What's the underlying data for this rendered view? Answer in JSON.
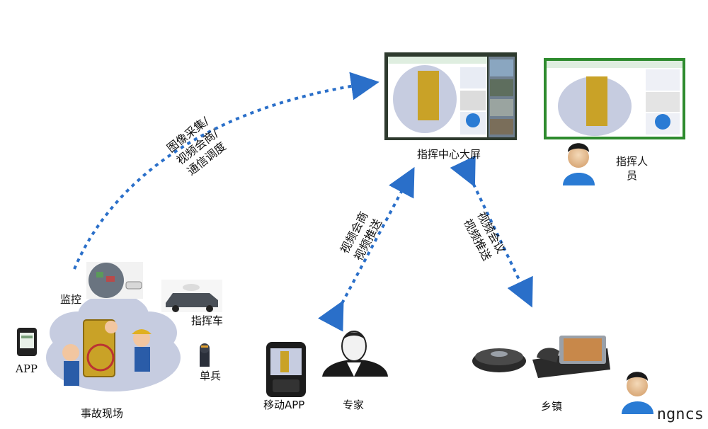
{
  "labels": {
    "command_center_screen": "指挥中心大屏",
    "commander": "指挥人员",
    "accident_scene": "事故现场",
    "monitoring": "监控",
    "command_vehicle": "指挥车",
    "app": "APP",
    "soldier": "单兵",
    "mobile_app": "移动APP",
    "expert": "专家",
    "township": "乡镇"
  },
  "commander_lines": [
    "指挥人",
    "员"
  ],
  "arrows": {
    "scene_to_center": [
      "图像采集/",
      "视频会商/",
      "通信调度"
    ],
    "center_to_expert": [
      "视频会商",
      "视频推送"
    ],
    "center_to_township": [
      "视频会议",
      "视频推送"
    ]
  },
  "watermark": "ngncs",
  "colors": {
    "arrow": "#2a6fc9",
    "ui_green": "#2e8b2e",
    "person_blue": "#2a7bd4"
  }
}
